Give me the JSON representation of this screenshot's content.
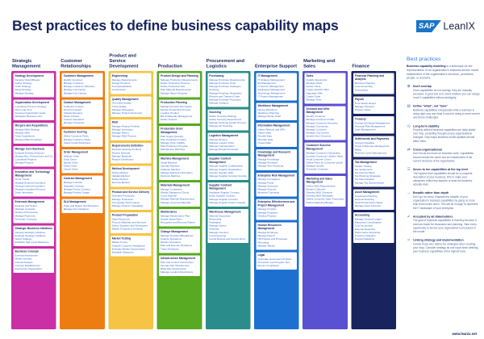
{
  "title": "Best practices to define business capability maps",
  "logo": {
    "sap": "SAP",
    "leanix": "LeanIX"
  },
  "footer": "www.leanix.net",
  "columns": [
    {
      "label": "Strategic Management",
      "color": "#cb2fa5",
      "boxes": [
        {
          "title": "Strategy Development",
          "items": [
            "Develop Vision/Mission",
            "Define Strategy",
            "Track Strategy",
            "Adopt Strategy",
            "Manage Strategy"
          ]
        },
        {
          "title": "Organization Development",
          "items": [
            "Coordinate Process Strategy",
            "Plan Long Term",
            "Develop Organization Goals",
            "Strategize Business Unit"
          ]
        },
        {
          "title": "Mergers and Acquisitions",
          "items": [
            "Manage M&A Strategy",
            "Manage M&A",
            "Track Acquisitions",
            "Manage M&A Integration"
          ]
        },
        {
          "title": "Manage Core Business",
          "items": [
            "Evaluate Existing Products",
            "Manage Bus. Performance and Ops",
            "Coordinate Projects",
            "Manage Projects"
          ]
        },
        {
          "title": "Innovation and Technology Management",
          "items": [
            "Scout Trends",
            "Manage External Innovation",
            "Manage Internal Innovation",
            "Manage Innovation Process",
            "Track Innovation"
          ]
        },
        {
          "title": "Externals Management",
          "items": [
            "Evaluate and Select",
            "Maintain Contracts",
            "Monitor Performance",
            "Manage Payments",
            "Terminate Contracts"
          ]
        },
        {
          "title": "Strategic Business Initiatives",
          "items": [
            "Develop Strategic Initiatives",
            "Evaluate Strategic Initiatives",
            "Select Strategy",
            "Establish High-Level Measures"
          ]
        },
        {
          "title": "Business Concept",
          "items": [
            "External Assessment",
            "Market Scrutiny",
            "Internal Analysis",
            "Concept Establishment",
            "Restructure Organization"
          ]
        }
      ]
    },
    {
      "label": "Customer Relationships",
      "color": "#ee7d11",
      "boxes": [
        {
          "title": "Customer Management",
          "items": [
            "Identify Customer",
            "Manage Customer",
            "Manage Customer Hierarchy",
            "Manage Community",
            "Manage Key Contact"
          ]
        },
        {
          "title": "Contact Management",
          "items": [
            "Outbound Contact",
            "Inbound Contact",
            "Classify Demand",
            "Route Contact",
            "Contact Interaction",
            "Manage Interaction"
          ]
        },
        {
          "title": "Customer Scoring",
          "items": [
            "Define Customer Risks",
            "Manage Customer Risks",
            "Check Credit Worthiness"
          ]
        },
        {
          "title": "Order Management",
          "items": [
            "Validate Order",
            "Track Order",
            "Bundle Order",
            "Clean Order",
            "Cancel Order"
          ]
        },
        {
          "title": "Contract Management",
          "items": [
            "Manage Contract",
            "Negotiate Contract",
            "Manage Frame Contract",
            "Manage Product Usage"
          ]
        },
        {
          "title": "SLA Management",
          "items": [
            "Track and Report SLA Breaches",
            "Manage SLA Violations"
          ]
        }
      ]
    },
    {
      "label": "Product and Service Development",
      "color": "#f6c344",
      "boxes": [
        {
          "title": "Engineering",
          "items": [
            "Manage Requirements",
            "Design Products",
            "Conceptualization",
            "Construction"
          ]
        },
        {
          "title": "Quality Management",
          "items": [
            "Test Initial Quality",
            "Track Quality",
            "Manage Debugging",
            "Manage Product Document"
          ]
        },
        {
          "title": "R&D",
          "items": [
            "Manage Product Portfolio",
            "Manage Innovation",
            "Manage Patent",
            "Manage R&D Process"
          ]
        },
        {
          "title": "Requirements Definition",
          "items": [
            "Evaluate Existing Products",
            "Review Demand",
            "Manage Materials",
            "Require Distribution"
          ]
        },
        {
          "title": "Method Development",
          "items": [
            "Define Method",
            "Validate Method",
            "Refine Method",
            "Execute Method"
          ]
        },
        {
          "title": "Product and Service Delivery",
          "items": [
            "Schedule Production",
            "Manage Production",
            "Test Quality Performance",
            "Manage Product Traceability"
          ]
        },
        {
          "title": "Product Preparation",
          "items": [
            "Align Resources",
            "Procure Materials and Services",
            "Select Suppliers and Developers",
            "Master Production Schedule"
          ]
        },
        {
          "title": "Market Testing",
          "items": [
            "Market Survey",
            "Analyze Customer Intelligence",
            "Evaluate Market Opportunities",
            "Establish Measures"
          ]
        }
      ]
    },
    {
      "label": "Production",
      "color": "#57aa21",
      "boxes": [
        {
          "title": "Product Design and Planning",
          "items": [
            "Manage Production Requirements",
            "Define Production Process",
            "Define Production Site",
            "Plan Material Requirements",
            "Manage Waste Disposal"
          ]
        },
        {
          "title": "Production Planning",
          "items": [
            "Maintain Product Information",
            "Monitor Production Process",
            "Localize Product",
            "Bill of Materials Management",
            "Define Product"
          ]
        },
        {
          "title": "Production Order Management",
          "items": [
            "Plan Supply Quantity",
            "Plan Production Orders",
            "Manage Order Validity",
            "Plan Production Program",
            "Manufacture Planning"
          ]
        },
        {
          "title": "Machine Management",
          "items": [
            "Install Machine",
            "Operate Machine",
            "Calibrate Machine",
            "Manage Machine Information",
            "Optimize Machine"
          ]
        },
        {
          "title": "Materials Management",
          "items": [
            "Manage Containers",
            "Handle Dangerous Goods",
            "Count Material",
            "Manage Material Requirements",
            "Manage Incoming Materials"
          ]
        },
        {
          "title": "Maintenance",
          "items": [
            "Manage Maintenance Plan",
            "Handle Spare Parts",
            "Recognize and Recover Failure"
          ]
        },
        {
          "title": "Change Management",
          "items": [
            "Manage Deviation/Breakdown",
            "Analyze Deviations",
            "Monitor Deviations",
            "Plan and Execute Deviations",
            "Trace Deviations"
          ]
        },
        {
          "title": "Infrastructure Management",
          "items": [
            "Plan and Control Construction",
            "Operate Site Infrastructure",
            "Build Site Infrastructure",
            "Manage Location Restrictions"
          ]
        }
      ]
    },
    {
      "label": "Procurement and Logistics",
      "color": "#2b8c8c",
      "boxes": [
        {
          "title": "Purchasing",
          "items": [
            "Manage Purchase Requirements",
            "Manage Purchase Order",
            "Manage Purchase Catalogue",
            "Sourcing",
            "Manage Purchase Requisition",
            "Receive and Transmit Order",
            "Manage Purchase Procedure",
            "Manage Category"
          ]
        },
        {
          "title": "Sourcing",
          "items": [
            "Define Sourcing Strategy",
            "Define Sourcing Requirement",
            "Manage Sourcing Tender Process",
            "Manage On Sourcing"
          ]
        },
        {
          "title": "Logistics Management",
          "items": [
            "Manage Returns",
            "Manage Logistic Order",
            "Manage Transportation",
            "Manage Demand Forecast"
          ]
        },
        {
          "title": "Supplier Content Management",
          "items": [
            "Manage Supplier Collaboration",
            "Manage Supplier Registration",
            "Classify Supplier Offer",
            "Manage Supplier Contract Scoring"
          ]
        },
        {
          "title": "Supplier Contract Management",
          "items": [
            "Negotiate Supplier Contract",
            "Enact Supplier Contract",
            "Manage Supplier Contract",
            "Manage Supplier Frame Contract"
          ]
        },
        {
          "title": "Warehouse Management",
          "items": [
            "Material Disposition",
            "Restocking",
            "Packaging",
            "Manage Claims",
            "Shipping",
            "Manage Inventory",
            "Commissioning",
            "Goods Receipt and Service Entry"
          ]
        }
      ]
    },
    {
      "label": "Enterprise Support",
      "color": "#1e70d0",
      "boxes": [
        {
          "title": "IT Management",
          "items": [
            "IT Strategy Management",
            "EA Management",
            "IT Service Management",
            "Application Management",
            "Technology Management",
            "IT Project Management"
          ]
        },
        {
          "title": "Workforce Management",
          "items": [
            "Deploy Workforce",
            "Workforce Planning",
            "Manage Works Order"
          ]
        },
        {
          "title": "Information Management",
          "items": [
            "Gather Reports and KPIs",
            "Gather Data",
            "Provide Data",
            "Illustrate Data",
            "Create Data"
          ]
        },
        {
          "title": "Knowledge and Research Management",
          "items": [
            "Manage Knowledge",
            "Manage Research",
            "Manage Tech Scanning"
          ]
        },
        {
          "title": "Enterprise Risk Management",
          "items": [
            "Manage Compliance",
            "Manage Fraud",
            "Manage Insurance",
            "Manage Security",
            "Business Continuity"
          ]
        },
        {
          "title": "Enterprise Effectiveness and Project Management",
          "items": [
            "Manage Portfolio",
            "Manage Programs",
            "Develop Projects"
          ]
        },
        {
          "title": "Human Resources Management",
          "items": [
            "Manage Employee",
            "Manage Payroll",
            "HR Policies and Processes",
            "Recruiting",
            "Manage Talents"
          ]
        },
        {
          "title": "Legal",
          "items": [
            "Corporate Governance Policies",
            "Prevention Law Program Dev.",
            "Ensure Compliance"
          ]
        }
      ]
    },
    {
      "label": "Marketing and Sales",
      "color": "#5a50d2",
      "boxes": [
        {
          "title": "Sales",
          "items": [
            "Qualify Opportunity",
            "Manage Client",
            "Advise Client",
            "Create Specific Offer",
            "Negotiate Offer",
            "Create Order",
            "Manage Texts"
          ]
        },
        {
          "title": "Demand and Offer Management",
          "items": [
            "Identify Customer",
            "Manage Customer Profile",
            "Manage Customer Hierarchy",
            "Manage Community",
            "Manage Customer",
            "Manage Org Context",
            "Identify New Channels"
          ]
        },
        {
          "title": "Customer Success Management",
          "items": [
            "Manage Customer Onboarding",
            "Increase Customer Lifetime Value",
            "Avoid Customer Churn",
            "Define Plans for Customer Upsell",
            "Manage Upsells",
            "Terminate Contracts"
          ]
        },
        {
          "title": "Marketing and Sales Management",
          "items": [
            "Define M&S Requirements",
            "Monitor Channels",
            "Develop M&S Channels",
            "Develop M&S Messages",
            "Define Customer Value Proposition",
            "Define Marketing Budget"
          ]
        }
      ]
    },
    {
      "label": "Finance",
      "color": "#17245e",
      "boxes": [
        {
          "title": "Financial Planning and Analysis",
          "items": [
            "Business Planning",
            "Cost Accounting",
            "Forecasting"
          ]
        },
        {
          "title": "Payroll",
          "items": [
            "Time Stamp Report",
            "Manage Payment",
            "Process Taxes"
          ]
        },
        {
          "title": "Treasury",
          "items": [
            "Foreign Exchange Management",
            "Financial Risk Management",
            "Cash Management"
          ]
        },
        {
          "title": "Settlements and Payments",
          "items": [
            "Account Payables",
            "Travel & Expense Management",
            "Billing",
            "Revenue Cycle Management"
          ]
        },
        {
          "title": "Tax Management",
          "items": [
            "Handle Trading",
            "Tax Settlements",
            "Tax Returns Mgmt.",
            "Tax Planning Strategies",
            "Tax Determination",
            "Manage Tax Questionnaire"
          ]
        },
        {
          "title": "Asset Management",
          "items": [
            "Investment Planning",
            "Decommissioning",
            "Asset Performance Mgmt.",
            "Manage Asset Lifecycle"
          ]
        },
        {
          "title": "Accounting",
          "items": [
            "Manage General Ledger",
            "Enterprise Consolidation",
            "Cost Accounting",
            "External Reporting",
            "Performance Reporting",
            "Inventory Valuation",
            "Investor Relations"
          ]
        }
      ]
    }
  ],
  "best_practices": {
    "heading": "Best practices",
    "intro_bold": "Business capability modeling",
    "intro_rest": " is a technique for the representation of an organization's business anchor model, independent of the organization's structure, processes, people, or domains.",
    "items": [
      {
        "icon": "overlap-icon",
        "title": "Don't overlap",
        "text": "Good capabilities do not overlap; they are mutually exclusive. A good test is to check whether you can assign Level 2 capabilities without ambiguity."
      },
      {
        "icon": "clipboard-icon",
        "title": "Define \"what\", not \"how\"",
        "text": "Business capabilities encapsulate what a business is doing right now and what it must be doing to meet current and future challenges."
      },
      {
        "icon": "clock-icon",
        "title": "Long-term stability",
        "text": "Properly defined business capabilities are fairly stable over time, persisting throughout any organizational changes. Only major business model updates should affect them."
      },
      {
        "icon": "cross-org-icon",
        "title": "Cross-organizational",
        "text": "Don't focus too much on business units. Capabilities should remain the same and be independent of the current structure of the organization."
      },
      {
        "icon": "list-icon",
        "title": "Seven to ten capabilities at the top level",
        "text": "The highest-level capabilities should be a complete description of your business. Aim to make your categories reflect key aspects of what the business actually does."
      },
      {
        "icon": "breadth-icon",
        "title": "Breadth rather than depth",
        "text": "Don't go too deep. Illustrate the breadth of your organization's business capabilities by going no more than three levels down. This will be enough to represent the IT landscape of your enterprise."
      },
      {
        "icon": "stakeholders-icon",
        "title": "Accepted by all stakeholders",
        "text": "The goal of business capabilities is that they become a common basis for discussion and planning. Take every opportunity to anchor your organization's processes to the model."
      },
      {
        "icon": "link-icon",
        "title": "Linking strategy and implementation",
        "text": "Involve those who define the strategies when creating your map. Consider strategy as one input when defining your business capabilities at the highest level."
      }
    ]
  }
}
